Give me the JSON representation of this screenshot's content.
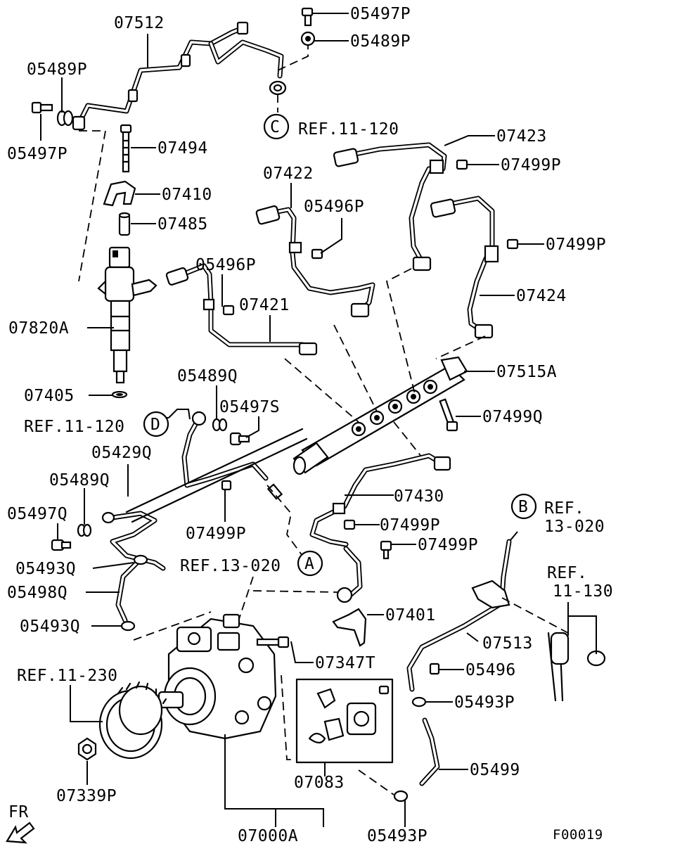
{
  "diagram": {
    "callouts": {
      "p07512": "07512",
      "p05497P_a": "05497P",
      "p05489P_a": "05489P",
      "p05489P_b": "05489P",
      "p05497P_b": "05497P",
      "refC": "REF.11-120",
      "p07494": "07494",
      "p07410": "07410",
      "p07485": "07485",
      "p07423": "07423",
      "p07499P_a": "07499P",
      "p07422": "07422",
      "p05496P_a": "05496P",
      "p07499P_b": "07499P",
      "p05496P_b": "05496P",
      "p07421": "07421",
      "p07424": "07424",
      "p07820A": "07820A",
      "p07515A": "07515A",
      "p07405": "07405",
      "p05489Q_a": "05489Q",
      "p05497S": "05497S",
      "refD": "REF.11-120",
      "p07499Q": "07499Q",
      "p05429Q": "05429Q",
      "p05489Q_b": "05489Q",
      "p07430": "07430",
      "p05497Q": "05497Q",
      "p07499P_c": "07499P",
      "p07499P_d": "07499P",
      "p07499P_e": "07499P",
      "refB_line1": "REF.",
      "refB_line2": "13-020",
      "p05493Q_a": "05493Q",
      "refA": "REF.13-020",
      "refB2_line1": "REF.",
      "refB2_line2": "11-130",
      "p05498Q": "05498Q",
      "p07401": "07401",
      "p05493Q_b": "05493Q",
      "p07513": "07513",
      "p07347T": "07347T",
      "p05496": "05496",
      "ref11230": "REF.11-230",
      "p05493P_a": "05493P",
      "p05499": "05499",
      "p07339P": "07339P",
      "p07083": "07083",
      "fr": "FR",
      "p07000A": "07000A",
      "p05493P_b": "05493P",
      "figure_code": "F00019"
    },
    "ref_markers": {
      "A": "A",
      "B": "B",
      "C": "C",
      "D": "D"
    }
  }
}
